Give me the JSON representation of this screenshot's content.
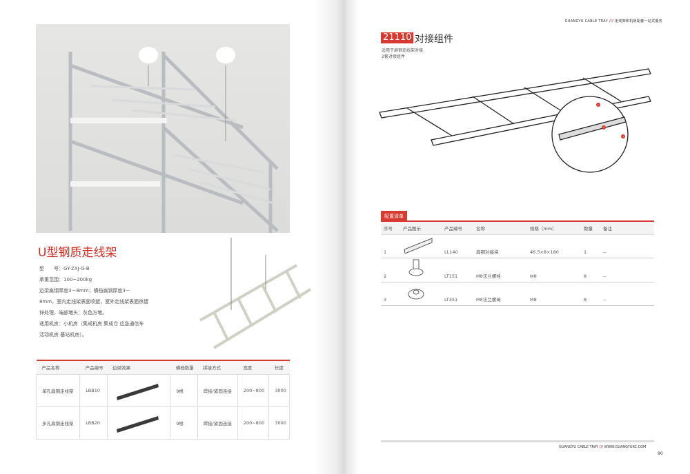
{
  "left": {
    "title": "U型钢质走线架",
    "specs": [
      "型　　号：GY-ZXJ-G-B",
      "承重范围：100~200kg",
      "边梁扁钢厚度3－8mm；横档扁钢厚度3－",
      "8mm，室内走线架表面喷塑，室外走线架表面热镀",
      "锌处理，端部堵头：灰色方堵。",
      "适用机房：小机房（集成机房 集成仓 应急通信车",
      "活动机房 基站机房）。"
    ],
    "table": {
      "headers": [
        "产品名称",
        "产品编号",
        "边梁效果",
        "横档数量",
        "拼接方式",
        "宽度",
        "长度"
      ],
      "rows": [
        [
          "单孔扁钢走线架",
          "LBB10",
          "",
          "9根",
          "焊接/紧固连接",
          "200~800",
          "3000"
        ],
        [
          "多孔扁钢走线架",
          "LBB20",
          "",
          "9根",
          "焊接/紧固连接",
          "200~800",
          "3000"
        ]
      ]
    }
  },
  "right": {
    "header": {
      "brand": "GUANGYU CABLE TRAY",
      "sep": "///",
      "tagline": "走线架和机房配套一站式服务"
    },
    "code": "21110",
    "title": "对接组件",
    "subtitle": [
      "适用于扁钢走线架对接",
      "2套对接组件"
    ],
    "callouts": [
      "1",
      "2",
      "3"
    ],
    "config_label": "配置清单",
    "table": {
      "headers": [
        "序号",
        "产品图示",
        "产品编号",
        "名称",
        "规格（mm）",
        "数量",
        "备注"
      ],
      "rows": [
        [
          "1",
          "",
          "LL140",
          "扁钢对接块",
          "46.5×8×180",
          "1",
          "--"
        ],
        [
          "2",
          "",
          "LT151",
          "M8法兰螺栓",
          "M8",
          "8",
          "--"
        ],
        [
          "3",
          "",
          "LT351",
          "M8法兰螺母",
          "M8",
          "8",
          "--"
        ]
      ]
    },
    "footer": {
      "brand": "GUANGYU CABLE TRAY",
      "sep": "///",
      "url": "WWW.GUANGYUKC.COM"
    },
    "page_number": "90"
  }
}
